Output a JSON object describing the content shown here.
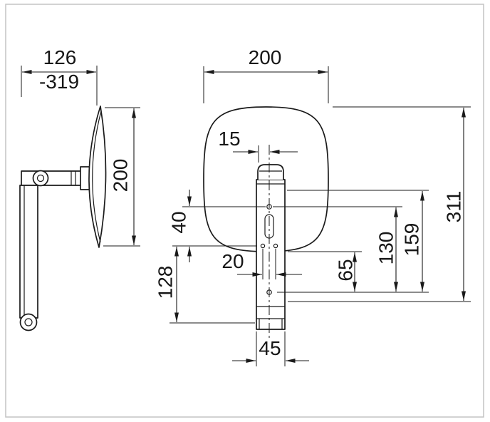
{
  "page": {
    "line_color": "#1a1a1a",
    "frame_color": "#c4c4c4",
    "background": "#ffffff"
  },
  "dims": {
    "side_width": "126",
    "side_width_max": "-319",
    "side_height": "200",
    "front_width": "200",
    "offset_15": "15",
    "offset_40": "40",
    "pitch_20": "20",
    "height_128": "128",
    "height_65": "65",
    "height_130": "130",
    "height_159": "159",
    "height_311": "311",
    "stem_width_45": "45"
  }
}
